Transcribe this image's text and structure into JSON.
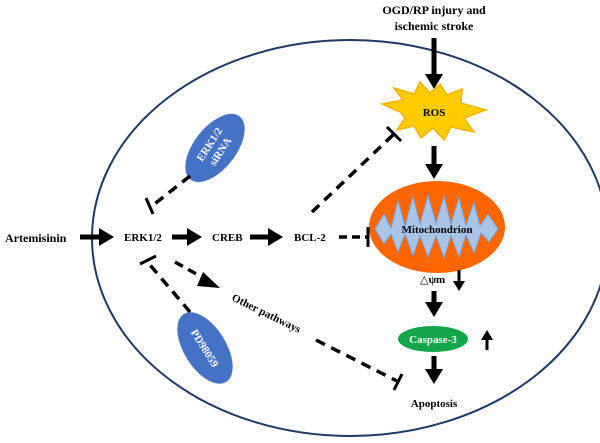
{
  "colors": {
    "cell_outline": "#1f3864",
    "ros_fill": "#ffcc00",
    "ros_stroke": "#ffb000",
    "mito_outer": "#ff6600",
    "mito_inner": "#a8c4e8",
    "caspase_fill": "#13a54a",
    "blue_ellipse": "#4472c4",
    "arrow": "#000000"
  },
  "labels": {
    "stimulus_line1": "OGD/RP injury and",
    "stimulus_line2": "ischemic stroke",
    "ros": "ROS",
    "mitochondrion": "Mitochondrion",
    "delta_psi_m": "△ψm",
    "caspase3": "Caspase-3",
    "apoptosis": "Apoptosis",
    "artemisinin": "Artemisinin",
    "erk12": "ERK1/2",
    "creb": "CREB",
    "bcl2": "BCL-2",
    "other_pathways": "Other pathways",
    "erk_sirna_line1": "ERK1/2",
    "erk_sirna_line2": "siRNA",
    "pd98059": "PD98059"
  },
  "icons": {
    "down_arrow_indicator": "down-arrow-icon",
    "up_arrow_indicator": "up-arrow-icon"
  }
}
